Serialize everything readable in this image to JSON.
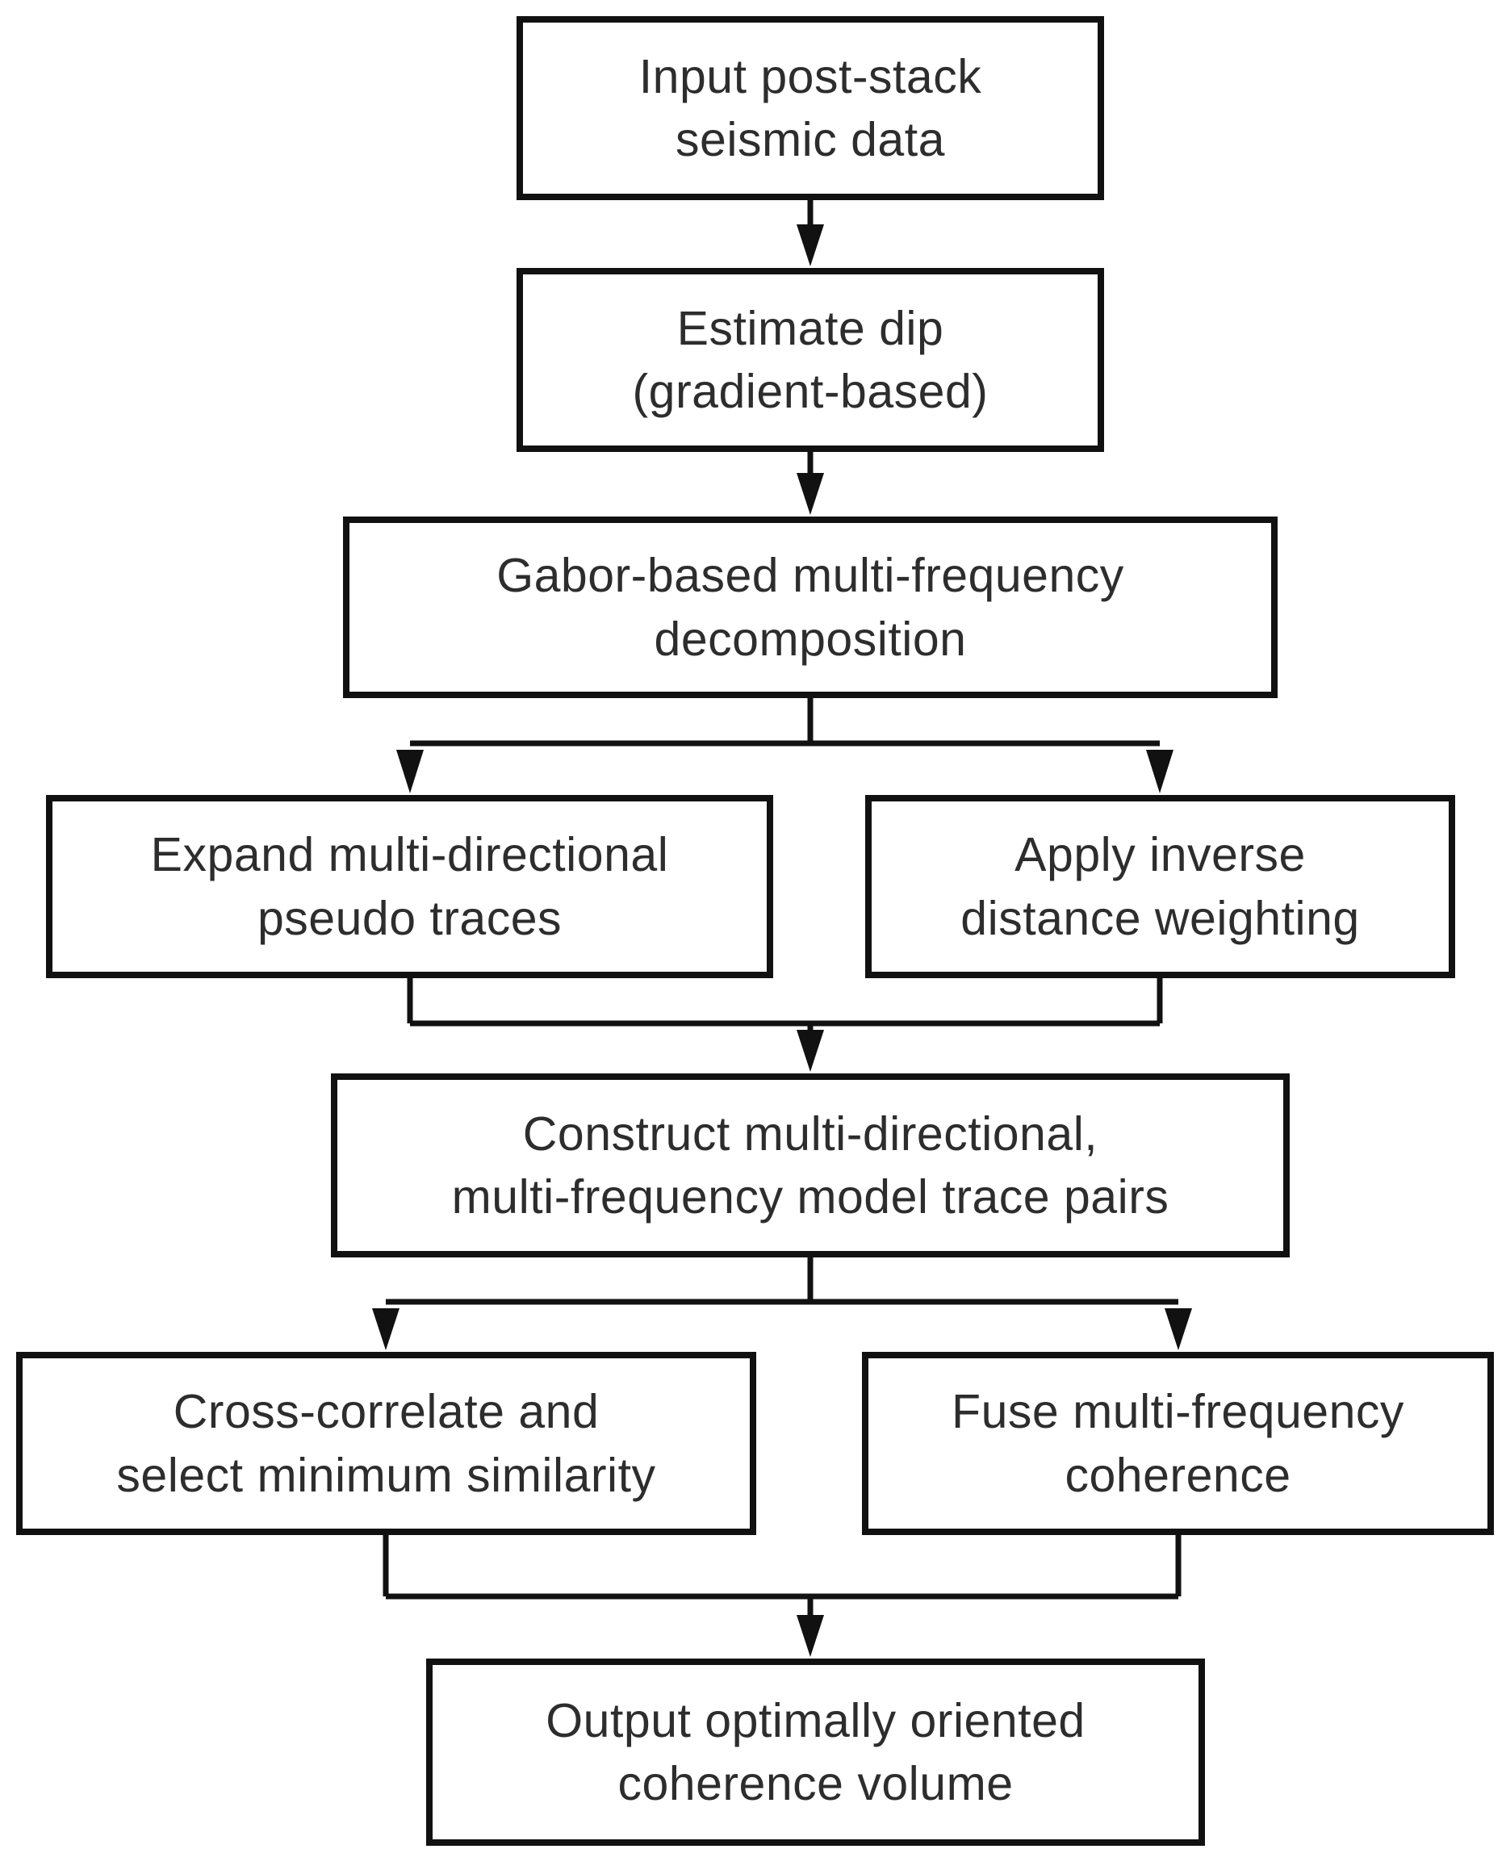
{
  "colors": {
    "border": "#111111",
    "line": "#111111",
    "text": "#2d2d2d",
    "background": "#ffffff"
  },
  "nodes": [
    {
      "id": "input",
      "lines": [
        "Input post-stack",
        "seismic data"
      ]
    },
    {
      "id": "estimate",
      "lines": [
        "Estimate dip",
        "(gradient-based)"
      ]
    },
    {
      "id": "gabor",
      "lines": [
        "Gabor-based multi-frequency",
        "decomposition"
      ]
    },
    {
      "id": "expand",
      "lines": [
        "Expand multi-directional",
        "pseudo traces"
      ]
    },
    {
      "id": "idw",
      "lines": [
        "Apply inverse",
        "distance weighting"
      ]
    },
    {
      "id": "construct",
      "lines": [
        "Construct multi-directional,",
        "multi-frequency model trace pairs"
      ]
    },
    {
      "id": "xcorr",
      "lines": [
        "Cross-correlate and",
        "select minimum similarity"
      ]
    },
    {
      "id": "fuse",
      "lines": [
        "Fuse multi-frequency",
        "coherence"
      ]
    },
    {
      "id": "output",
      "lines": [
        "Output optimally oriented",
        "coherence volume"
      ]
    }
  ]
}
